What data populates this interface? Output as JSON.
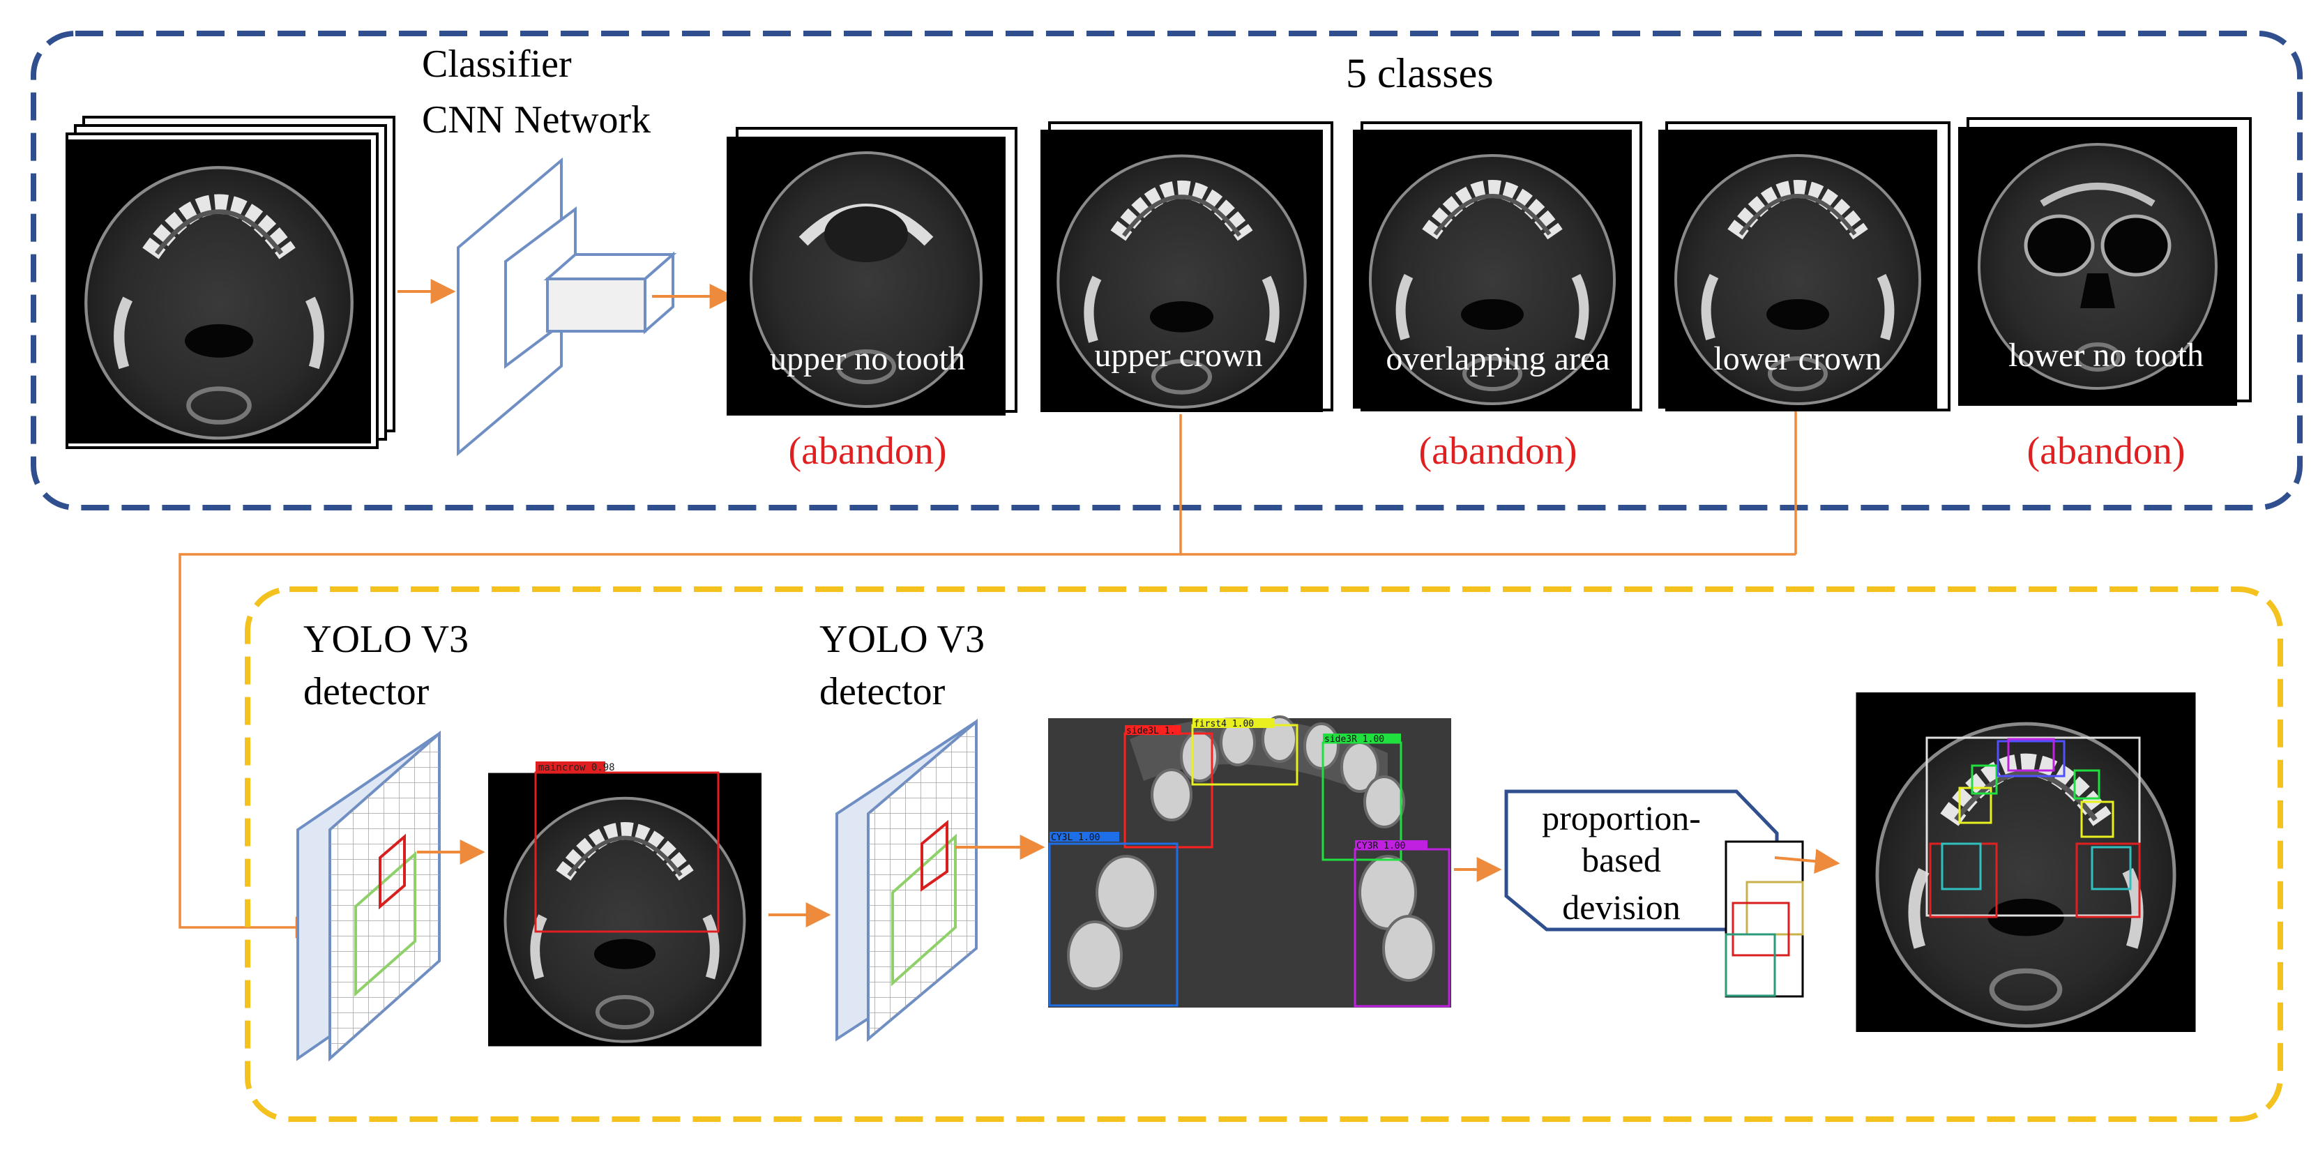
{
  "top_panel": {
    "classifier_label_line1": "Classifier",
    "classifier_label_line2": "CNN Network",
    "classes_title": "5 classes",
    "classes": [
      {
        "label": "upper no tooth",
        "status": "(abandon)"
      },
      {
        "label": "upper crown",
        "status": ""
      },
      {
        "label": "overlapping area",
        "status": "(abandon)"
      },
      {
        "label": "lower crown",
        "status": ""
      },
      {
        "label": "lower no tooth",
        "status": "(abandon)"
      }
    ]
  },
  "bottom_panel": {
    "detector1_line1": "YOLO V3",
    "detector1_line2": "detector",
    "detector2_line1": "YOLO V3",
    "detector2_line2": "detector",
    "roi_box_tag": "maincrow 0.98",
    "detection_tags": [
      {
        "text": "side3L 1.",
        "color": "#ff2020"
      },
      {
        "text": "first4 1.00",
        "color": "#e8f020"
      },
      {
        "text": "side3R 1.00",
        "color": "#20e040"
      },
      {
        "text": "CY3L 1.00",
        "color": "#1e6ee8"
      },
      {
        "text": "CY3R 1.00",
        "color": "#c020e0"
      }
    ],
    "division_line1": "proportion-",
    "division_line2": "based",
    "division_line3": "devision"
  },
  "colors": {
    "top_border": "#2f4f8f",
    "bottom_border": "#f4c21f",
    "arrow": "#ed8a3c",
    "abandon_text": "#e02020",
    "layer_stroke": "#6f8fc4"
  }
}
